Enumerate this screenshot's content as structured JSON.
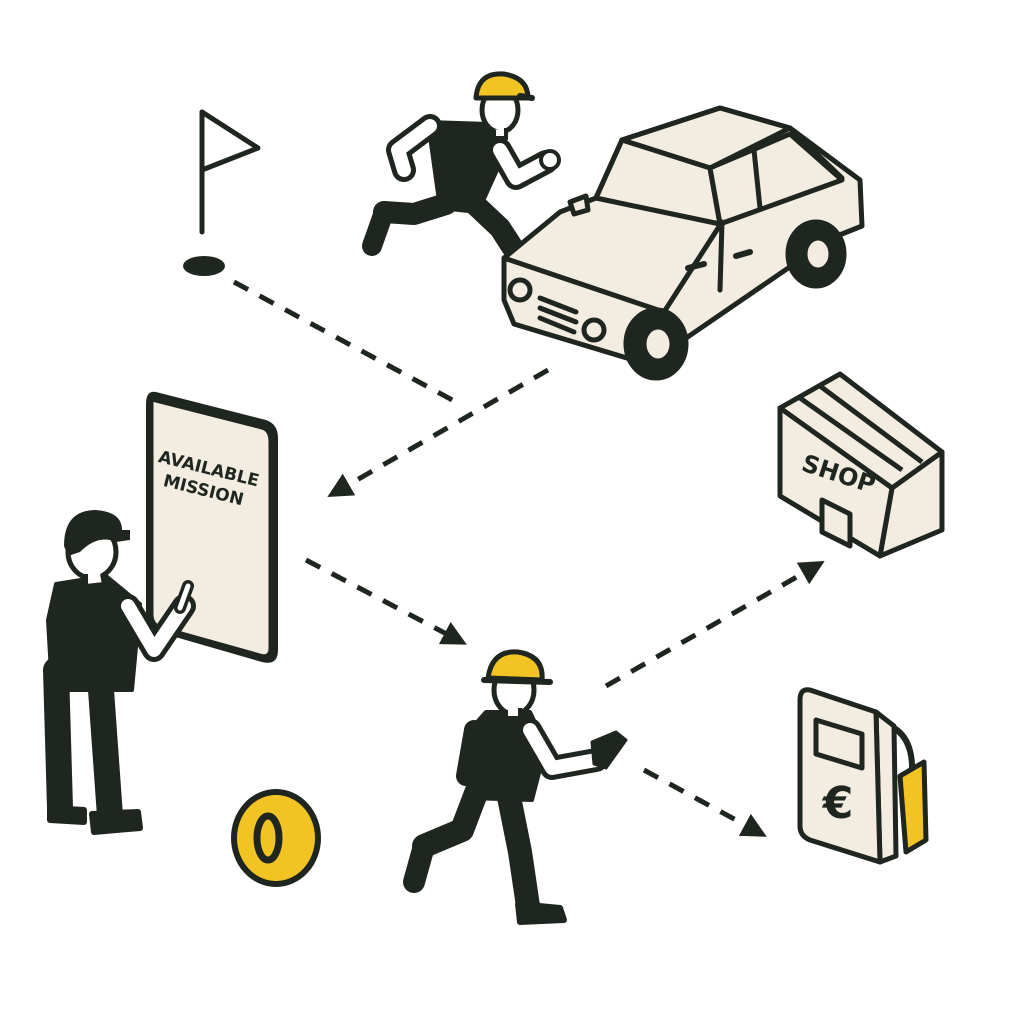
{
  "colors": {
    "ink": "#1f2620",
    "cream": "#f3ece0",
    "accent": "#f2c423",
    "background": "#ffffff"
  },
  "icons": {
    "start": "flag-icon",
    "vehicle": "car-icon",
    "reward": "coin-icon",
    "shop": "shop-building-icon",
    "fuel": "fuel-pump-icon",
    "currency": "euro-icon"
  },
  "phone": {
    "line1": "AVAILABLE",
    "line2": "MISSION"
  },
  "shop": {
    "label": "SHOP"
  },
  "fuel": {
    "currency_symbol": "€"
  }
}
